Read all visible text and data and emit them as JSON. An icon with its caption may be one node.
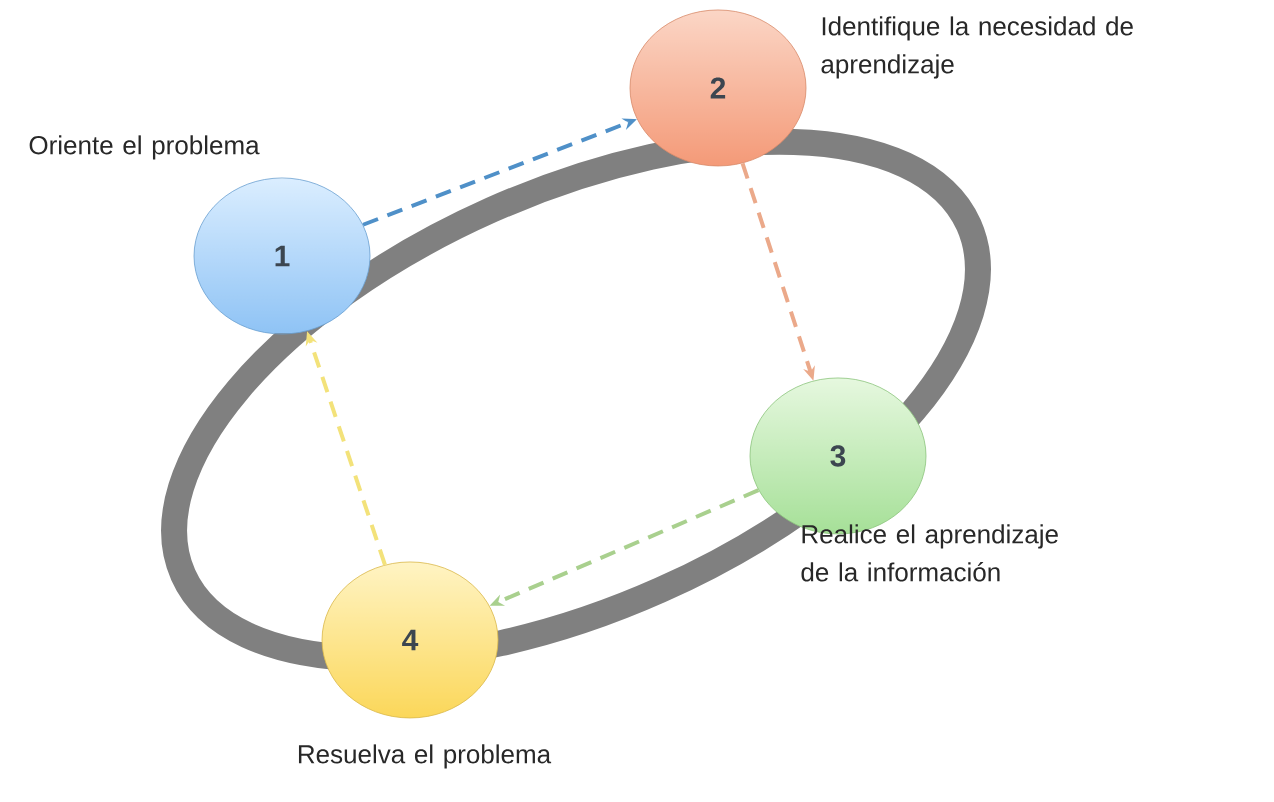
{
  "diagram": {
    "nodes": [
      {
        "text": [
          "1"
        ],
        "beside": [
          "Oriente el problema"
        ]
      },
      {
        "text": [
          "2"
        ],
        "beside": [
          "Identifique la necesidad de aprendizaje"
        ]
      },
      {
        "text": [
          "3"
        ],
        "beside": [
          "Realice el aprendizaje de la información"
        ]
      },
      {
        "text": [
          "4"
        ],
        "beside": [
          "Resuelva el problema"
        ]
      }
    ],
    "edges": [
      {
        "from": 0,
        "to": 1,
        "arrow": "to",
        "style": "dashed",
        "color": "#4f90c8"
      },
      {
        "from": 1,
        "to": 2,
        "arrow": "to",
        "style": "dashed",
        "color": "#eba98a"
      },
      {
        "from": 2,
        "to": 3,
        "arrow": "to",
        "style": "dashed",
        "color": "#a9d08e"
      },
      {
        "from": 3,
        "to": 0,
        "arrow": "to",
        "style": "dashed",
        "color": "#f3e27a"
      }
    ]
  }
}
